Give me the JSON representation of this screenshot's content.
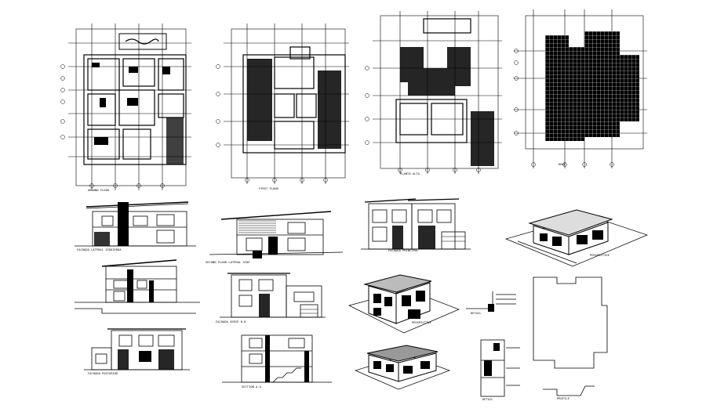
{
  "drawing": {
    "plans": [
      {
        "key": "plan-ground",
        "caption": "GROUND FLOOR"
      },
      {
        "key": "plan-first",
        "caption": "FIRST FLOOR"
      },
      {
        "key": "plan-second",
        "caption": "PLANTA ALTA"
      },
      {
        "key": "plan-roof",
        "caption": "ROOF"
      }
    ],
    "elevations": [
      {
        "key": "elev-left",
        "caption": "FACHADA LATERAL IZQUIERDA"
      },
      {
        "key": "elev-right",
        "caption": "SECOND FLOOR LATERAL SIDE"
      },
      {
        "key": "elev-front",
        "caption": "FACHADA PRINCIPAL"
      },
      {
        "key": "view-3d-1",
        "caption": "PERSPECTIVE"
      },
      {
        "key": "section-a",
        "caption": ""
      },
      {
        "key": "elev-rear",
        "caption": "FACHADA SERIE B-B"
      },
      {
        "key": "view-3d-2",
        "caption": "PERSPECTIVE"
      },
      {
        "key": "detail-1",
        "caption": "DETAIL"
      },
      {
        "key": "site",
        "caption": ""
      },
      {
        "key": "elev-back",
        "caption": "FACHADA POSTERIOR"
      },
      {
        "key": "section-b",
        "caption": "SECTION A-A"
      },
      {
        "key": "view-3d-3",
        "caption": ""
      },
      {
        "key": "detail-2",
        "caption": "DETAIL"
      },
      {
        "key": "site-profile",
        "caption": "PROFILE"
      }
    ]
  }
}
